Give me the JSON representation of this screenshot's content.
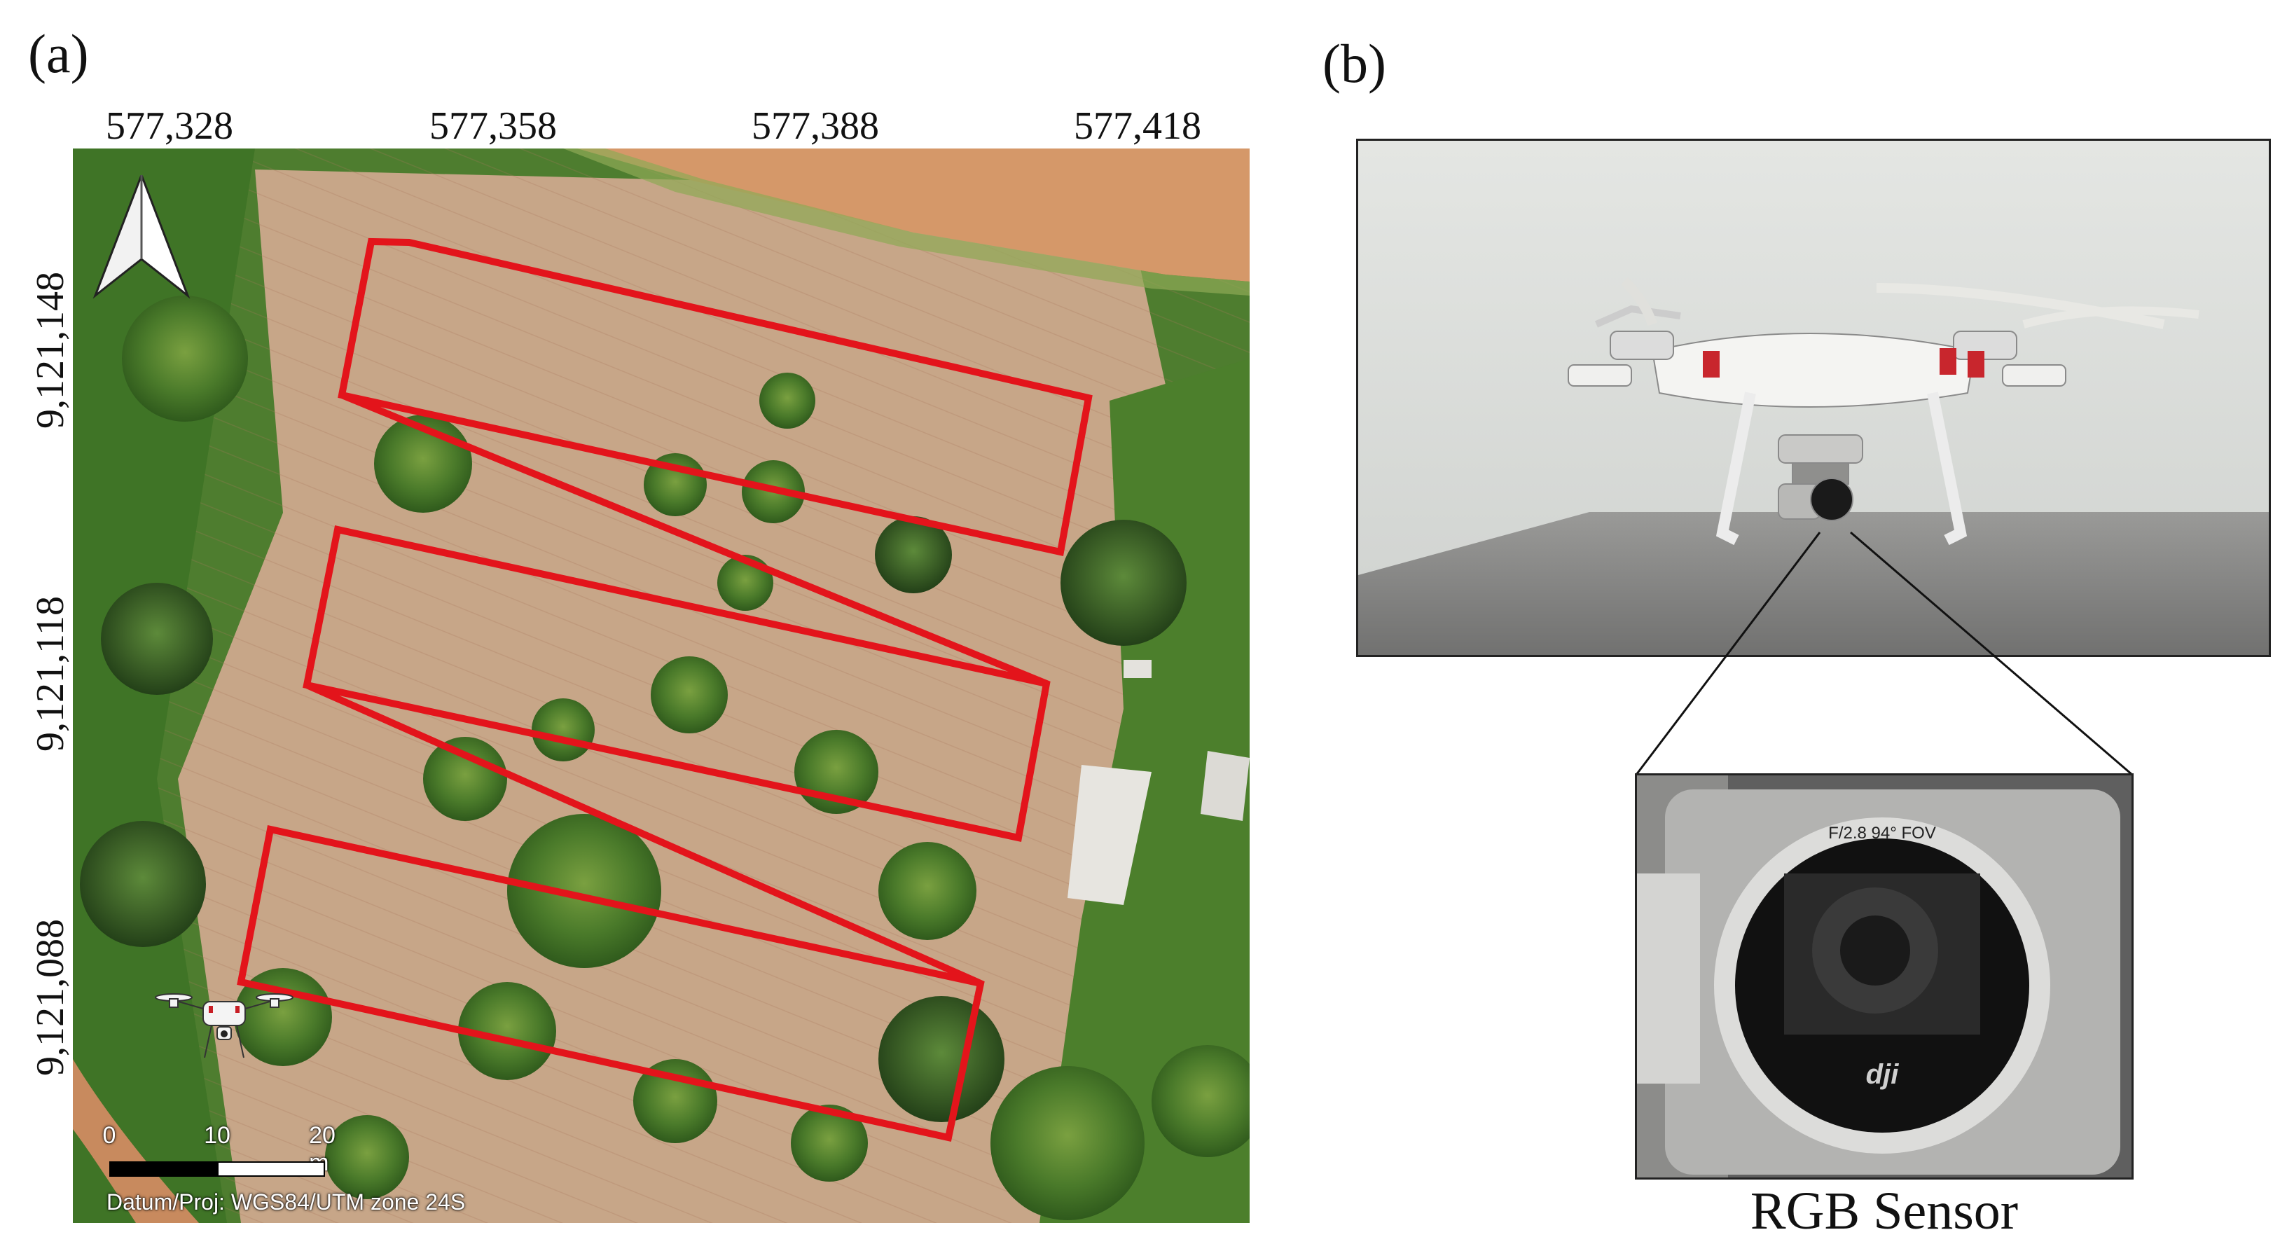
{
  "panels": {
    "a": {
      "label": "(a)"
    },
    "b": {
      "label": "(b)"
    }
  },
  "map": {
    "easting_labels": [
      "577,328",
      "577,358",
      "577,388",
      "577,418"
    ],
    "northing_labels": [
      "9,121,148",
      "9,121,118",
      "9,121,088"
    ],
    "north_arrow_icon": "north-arrow-icon",
    "scale_bar": {
      "ticks": [
        "0",
        "10",
        "20 m"
      ],
      "colors": [
        "#000000",
        "#ffffff"
      ]
    },
    "datum_note": "Datum/Proj: WGS84/UTM zone 24S",
    "flight_path_color": "#e3141b",
    "drone_icon": "drone-icon"
  },
  "photo_b": {
    "drone_image": "drone-photo",
    "camera_image": "camera-closeup-photo",
    "caption": "RGB Sensor",
    "lens_text": "F/2.8 94° FOV",
    "brand_text": "dji"
  }
}
